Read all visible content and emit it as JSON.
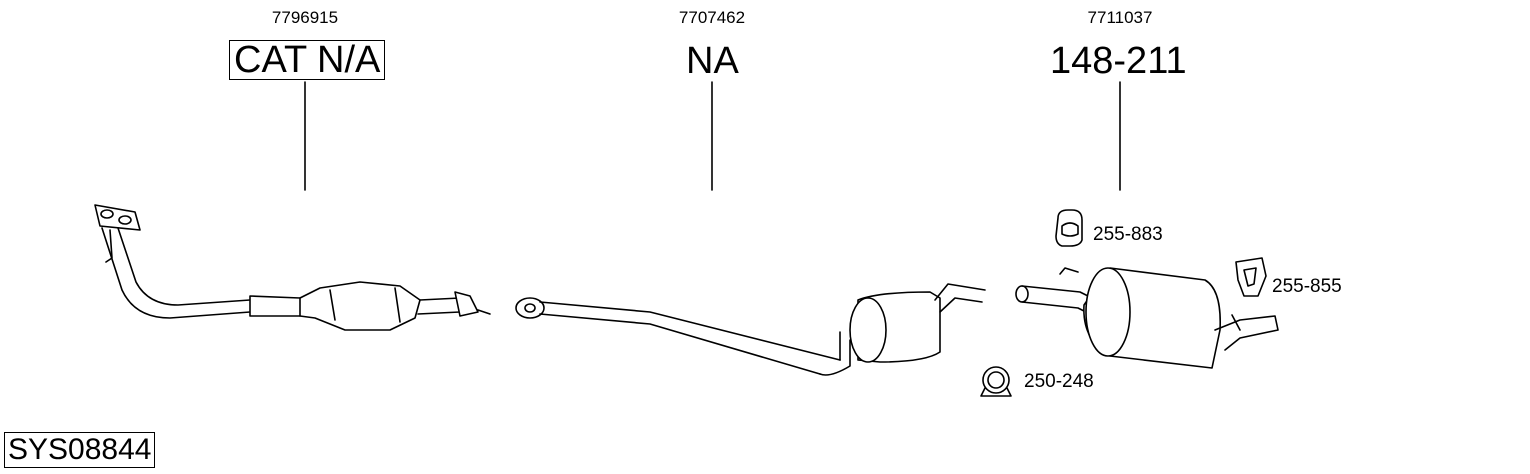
{
  "parts": [
    {
      "oem": "7796915",
      "ref": "CAT N/A"
    },
    {
      "oem": "7707462",
      "ref": "NA"
    },
    {
      "oem": "7711037",
      "ref": "148-211"
    }
  ],
  "accessories": [
    {
      "ref": "255-883"
    },
    {
      "ref": "255-855"
    },
    {
      "ref": "250-248"
    }
  ],
  "system_code": "SYS08844"
}
